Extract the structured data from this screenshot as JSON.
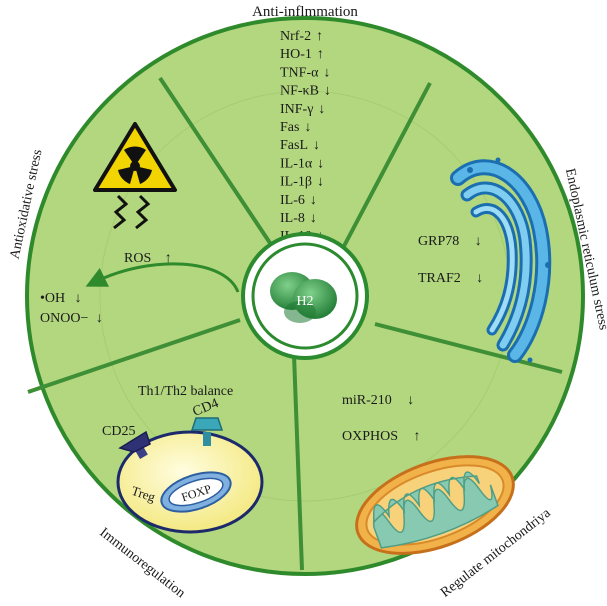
{
  "center": {
    "label": "H2"
  },
  "sectors": {
    "anti_inflammation": {
      "title": "Anti-inflmmation",
      "markers": [
        {
          "name": "Nrf-2",
          "dir": "↑"
        },
        {
          "name": "HO-1",
          "dir": "↑"
        },
        {
          "name": "TNF-α",
          "dir": "↓"
        },
        {
          "name": "NF-κB",
          "dir": "↓"
        },
        {
          "name": "INF-γ",
          "dir": "↓"
        },
        {
          "name": "Fas",
          "dir": "↓"
        },
        {
          "name": "FasL",
          "dir": "↓"
        },
        {
          "name": "IL-1α",
          "dir": "↓"
        },
        {
          "name": "IL-1β",
          "dir": "↓"
        },
        {
          "name": "IL-6",
          "dir": "↓"
        },
        {
          "name": "IL-8",
          "dir": "↓"
        },
        {
          "name": "IL-10",
          "dir": "↓"
        }
      ]
    },
    "er_stress": {
      "title": "Endoplasmic reticulum stress",
      "markers": [
        {
          "name": "GRP78",
          "dir": "↓"
        },
        {
          "name": "TRAF2",
          "dir": "↓"
        }
      ]
    },
    "mitochondria": {
      "title": "Regulate mitochondriya",
      "markers": [
        {
          "name": "miR-210",
          "dir": "↓"
        },
        {
          "name": "OXPHOS",
          "dir": "↑"
        }
      ]
    },
    "immunoregulation": {
      "title": "Immunoregulation",
      "balance": "Th1/Th2 balance",
      "receptors": [
        "CD25",
        "CD4"
      ],
      "cell_label": "Treg",
      "nucleus_label": "FOXP"
    },
    "antioxidative": {
      "title": "Antioxidative stress",
      "ros": {
        "name": "ROS",
        "dir": "↑"
      },
      "markers": [
        {
          "name": "•OH",
          "dir": "↓"
        },
        {
          "name": "ONOO−",
          "dir": "↓"
        }
      ]
    }
  },
  "colors": {
    "disc": "#b3d77f",
    "disc_border": "#2f8a2c",
    "divider": "#3e8f35",
    "center_ring": "#2c8a2f",
    "h2": "#2f8f3d",
    "er": "#3d9fd6",
    "mito_outer": "#e9a23a",
    "mito_inner": "#88c9b2",
    "cell": "#fbf4a6",
    "nucleus": "#7fb0e0"
  }
}
